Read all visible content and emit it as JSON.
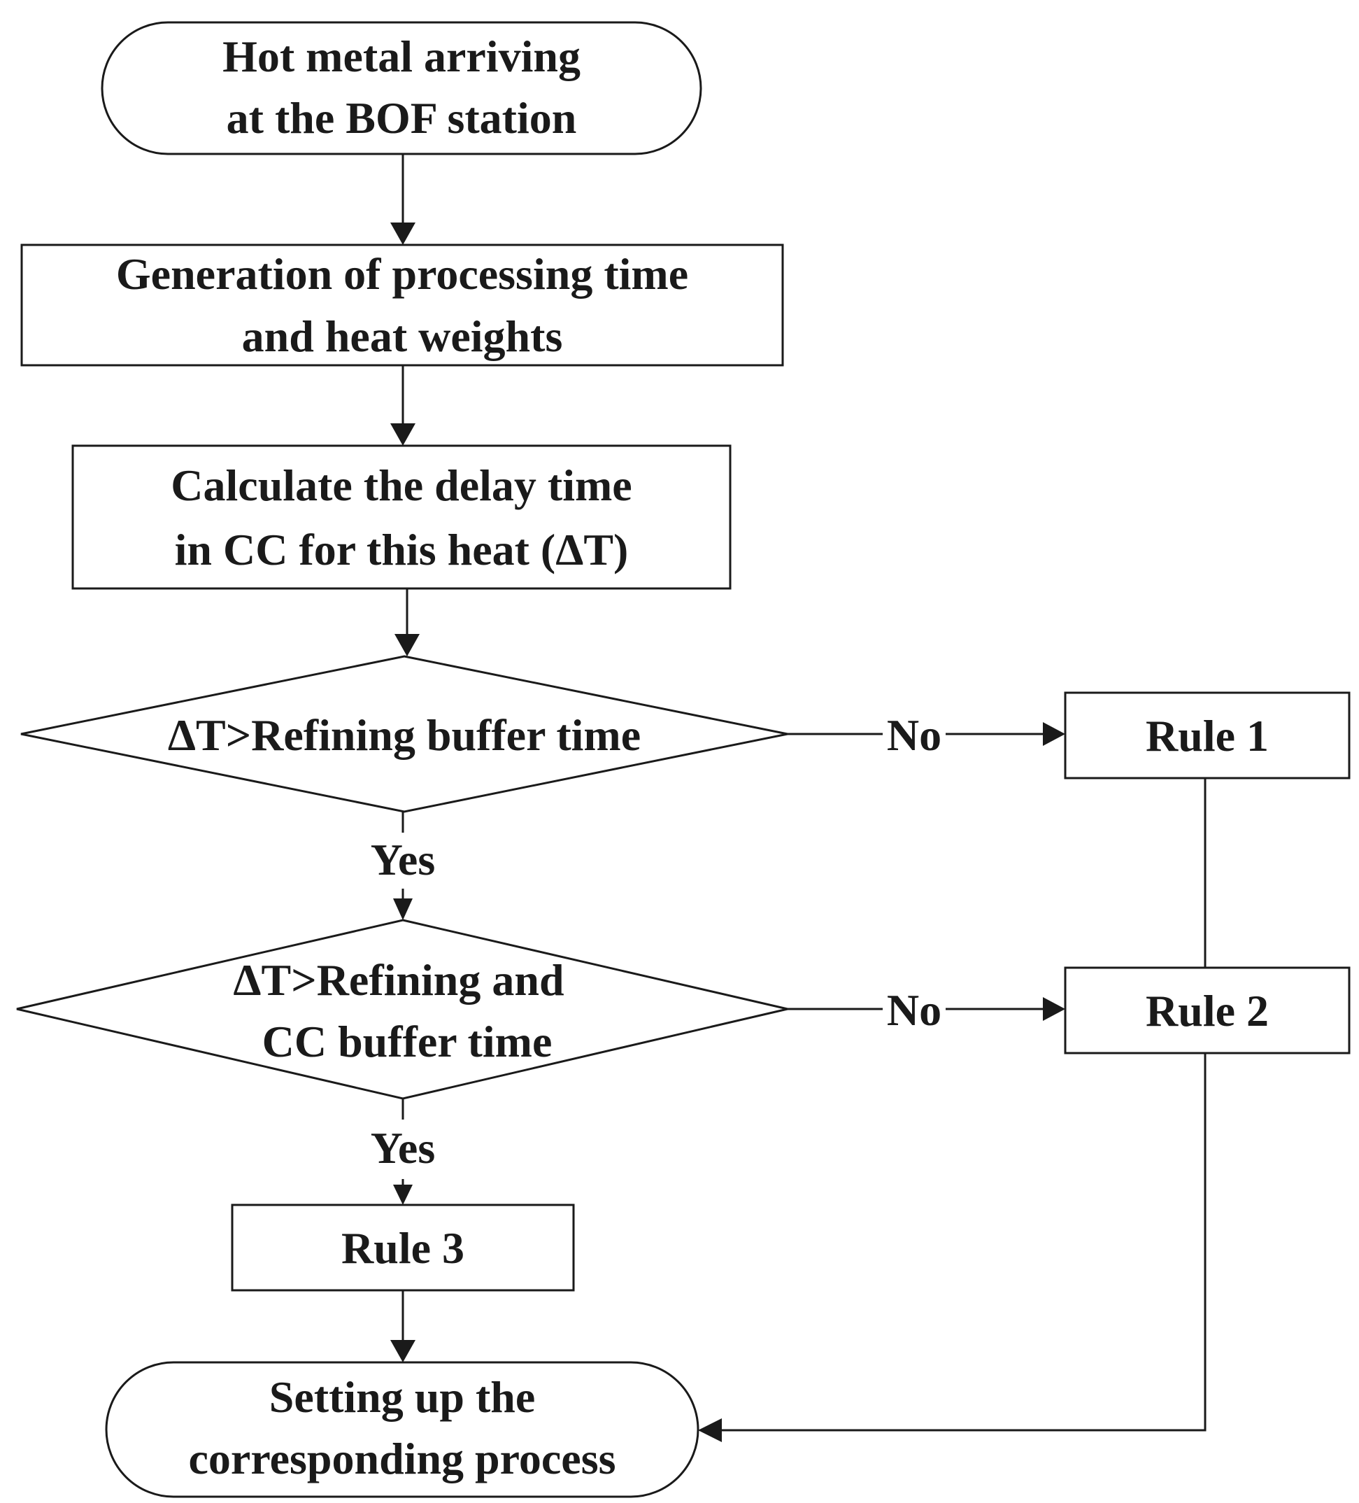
{
  "nodes": {
    "start": {
      "lines": [
        "Hot metal arriving",
        "at the BOF station"
      ]
    },
    "generation": {
      "lines": [
        "Generation of processing time",
        "and heat weights"
      ]
    },
    "calculate": {
      "lines": [
        "Calculate the delay time",
        "in CC for this heat (ΔT)"
      ]
    },
    "decision1": {
      "lines": [
        "ΔT>Refining buffer time"
      ]
    },
    "decision2": {
      "lines": [
        "ΔT>Refining and",
        "CC buffer time"
      ]
    },
    "rule1": {
      "lines": [
        "Rule 1"
      ]
    },
    "rule2": {
      "lines": [
        "Rule 2"
      ]
    },
    "rule3": {
      "lines": [
        "Rule 3"
      ]
    },
    "end": {
      "lines": [
        "Setting up the",
        "corresponding process"
      ]
    }
  },
  "edges": {
    "decision1_no": "No",
    "decision1_yes": "Yes",
    "decision2_no": "No",
    "decision2_yes": "Yes"
  }
}
